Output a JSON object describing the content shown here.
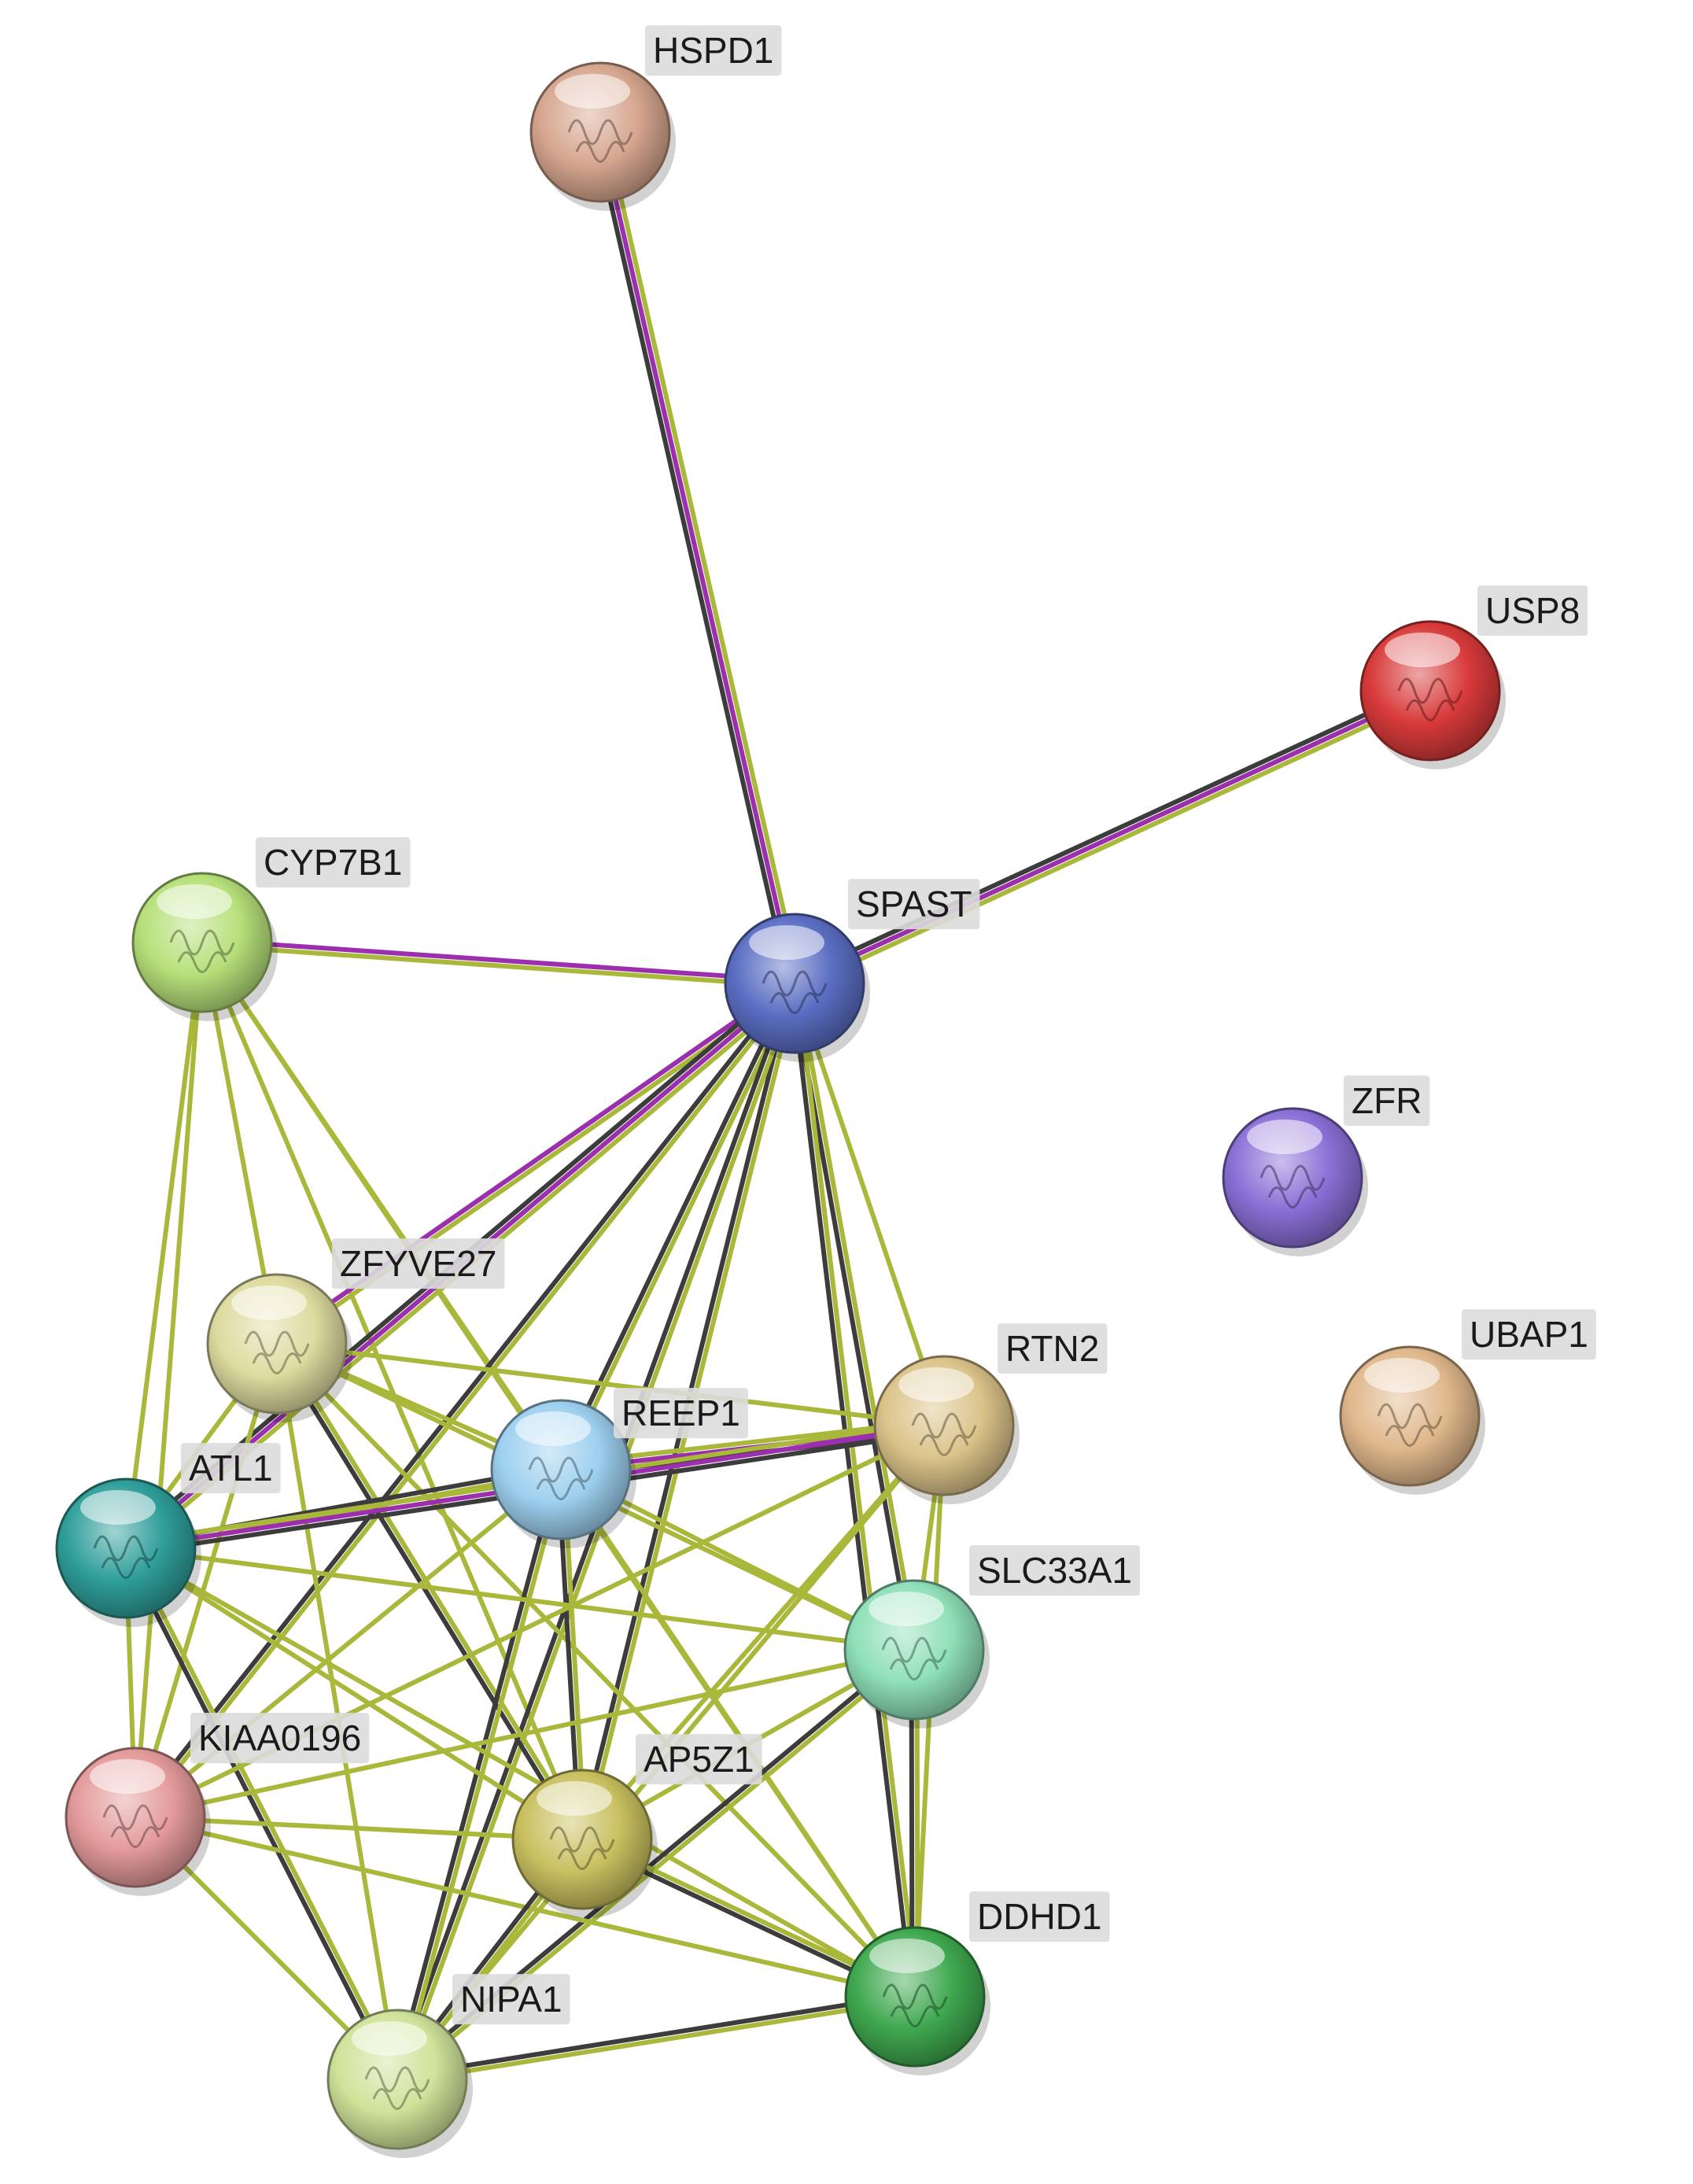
{
  "edge_colors": {
    "green": "#a9b83a",
    "black": "#3c3c3c",
    "purple": "#9b2fae"
  },
  "nodes": [
    {
      "id": "HSPD1",
      "label": "HSPD1",
      "color": "#d6a68f"
    },
    {
      "id": "USP8",
      "label": "USP8",
      "color": "#d83a3a"
    },
    {
      "id": "CYP7B1",
      "label": "CYP7B1",
      "color": "#b6e07a"
    },
    {
      "id": "SPAST",
      "label": "SPAST",
      "color": "#5a6dc2"
    },
    {
      "id": "ZFR",
      "label": "ZFR",
      "color": "#8a6fd6"
    },
    {
      "id": "ZFYVE27",
      "label": "ZFYVE27",
      "color": "#dedba0"
    },
    {
      "id": "RTN2",
      "label": "RTN2",
      "color": "#dbc38a"
    },
    {
      "id": "UBAP1",
      "label": "UBAP1",
      "color": "#e0b88c"
    },
    {
      "id": "REEP1",
      "label": "REEP1",
      "color": "#9dd0ef"
    },
    {
      "id": "ATL1",
      "label": "ATL1",
      "color": "#2f9e9a"
    },
    {
      "id": "SLC33A1",
      "label": "SLC33A1",
      "color": "#8fe0b8"
    },
    {
      "id": "KIAA0196",
      "label": "KIAA0196",
      "color": "#e49a9a"
    },
    {
      "id": "AP5Z1",
      "label": "AP5Z1",
      "color": "#c9c060"
    },
    {
      "id": "DDHD1",
      "label": "DDHD1",
      "color": "#3fa84f"
    },
    {
      "id": "NIPA1",
      "label": "NIPA1",
      "color": "#cfe39a"
    }
  ],
  "edges": [
    {
      "a": "HSPD1",
      "b": "SPAST",
      "types": [
        "green",
        "purple",
        "black"
      ]
    },
    {
      "a": "USP8",
      "b": "SPAST",
      "types": [
        "green",
        "purple",
        "black"
      ]
    },
    {
      "a": "CYP7B1",
      "b": "SPAST",
      "types": [
        "purple",
        "green"
      ]
    },
    {
      "a": "CYP7B1",
      "b": "ZFYVE27",
      "types": [
        "green"
      ]
    },
    {
      "a": "CYP7B1",
      "b": "ATL1",
      "types": [
        "green"
      ]
    },
    {
      "a": "CYP7B1",
      "b": "REEP1",
      "types": [
        "green"
      ]
    },
    {
      "a": "CYP7B1",
      "b": "AP5Z1",
      "types": [
        "green"
      ]
    },
    {
      "a": "CYP7B1",
      "b": "KIAA0196",
      "types": [
        "green"
      ]
    },
    {
      "a": "CYP7B1",
      "b": "DDHD1",
      "types": [
        "green"
      ]
    },
    {
      "a": "SPAST",
      "b": "ZFYVE27",
      "types": [
        "green",
        "purple"
      ]
    },
    {
      "a": "SPAST",
      "b": "ATL1",
      "types": [
        "green",
        "purple",
        "black"
      ]
    },
    {
      "a": "SPAST",
      "b": "REEP1",
      "types": [
        "green",
        "black"
      ]
    },
    {
      "a": "SPAST",
      "b": "RTN2",
      "types": [
        "green"
      ]
    },
    {
      "a": "SPAST",
      "b": "SLC33A1",
      "types": [
        "green",
        "black"
      ]
    },
    {
      "a": "SPAST",
      "b": "DDHD1",
      "types": [
        "green",
        "black"
      ]
    },
    {
      "a": "SPAST",
      "b": "AP5Z1",
      "types": [
        "green",
        "black"
      ]
    },
    {
      "a": "SPAST",
      "b": "NIPA1",
      "types": [
        "green",
        "black"
      ]
    },
    {
      "a": "SPAST",
      "b": "KIAA0196",
      "types": [
        "green",
        "black"
      ]
    },
    {
      "a": "ZFYVE27",
      "b": "ATL1",
      "types": [
        "green"
      ]
    },
    {
      "a": "ZFYVE27",
      "b": "REEP1",
      "types": [
        "green"
      ]
    },
    {
      "a": "ZFYVE27",
      "b": "RTN2",
      "types": [
        "green"
      ]
    },
    {
      "a": "ZFYVE27",
      "b": "SLC33A1",
      "types": [
        "green"
      ]
    },
    {
      "a": "ZFYVE27",
      "b": "AP5Z1",
      "types": [
        "green",
        "black"
      ]
    },
    {
      "a": "ZFYVE27",
      "b": "DDHD1",
      "types": [
        "green"
      ]
    },
    {
      "a": "ZFYVE27",
      "b": "KIAA0196",
      "types": [
        "green"
      ]
    },
    {
      "a": "ZFYVE27",
      "b": "NIPA1",
      "types": [
        "green"
      ]
    },
    {
      "a": "REEP1",
      "b": "ATL1",
      "types": [
        "green",
        "black"
      ]
    },
    {
      "a": "REEP1",
      "b": "RTN2",
      "types": [
        "green",
        "purple",
        "black"
      ]
    },
    {
      "a": "REEP1",
      "b": "SLC33A1",
      "types": [
        "green"
      ]
    },
    {
      "a": "REEP1",
      "b": "AP5Z1",
      "types": [
        "green",
        "black"
      ]
    },
    {
      "a": "REEP1",
      "b": "DDHD1",
      "types": [
        "green"
      ]
    },
    {
      "a": "REEP1",
      "b": "KIAA0196",
      "types": [
        "green"
      ]
    },
    {
      "a": "REEP1",
      "b": "NIPA1",
      "types": [
        "green",
        "black"
      ]
    },
    {
      "a": "ATL1",
      "b": "RTN2",
      "types": [
        "green",
        "purple",
        "black"
      ]
    },
    {
      "a": "ATL1",
      "b": "SLC33A1",
      "types": [
        "green"
      ]
    },
    {
      "a": "ATL1",
      "b": "KIAA0196",
      "types": [
        "green"
      ]
    },
    {
      "a": "ATL1",
      "b": "AP5Z1",
      "types": [
        "green"
      ]
    },
    {
      "a": "ATL1",
      "b": "DDHD1",
      "types": [
        "green"
      ]
    },
    {
      "a": "ATL1",
      "b": "NIPA1",
      "types": [
        "green",
        "black"
      ]
    },
    {
      "a": "RTN2",
      "b": "SLC33A1",
      "types": [
        "green"
      ]
    },
    {
      "a": "RTN2",
      "b": "KIAA0196",
      "types": [
        "green"
      ]
    },
    {
      "a": "RTN2",
      "b": "AP5Z1",
      "types": [
        "green"
      ]
    },
    {
      "a": "RTN2",
      "b": "DDHD1",
      "types": [
        "green"
      ]
    },
    {
      "a": "RTN2",
      "b": "NIPA1",
      "types": [
        "green"
      ]
    },
    {
      "a": "SLC33A1",
      "b": "KIAA0196",
      "types": [
        "green"
      ]
    },
    {
      "a": "SLC33A1",
      "b": "AP5Z1",
      "types": [
        "green"
      ]
    },
    {
      "a": "SLC33A1",
      "b": "DDHD1",
      "types": [
        "green",
        "black"
      ]
    },
    {
      "a": "SLC33A1",
      "b": "NIPA1",
      "types": [
        "green",
        "black"
      ]
    },
    {
      "a": "KIAA0196",
      "b": "AP5Z1",
      "types": [
        "green"
      ]
    },
    {
      "a": "KIAA0196",
      "b": "DDHD1",
      "types": [
        "green"
      ]
    },
    {
      "a": "KIAA0196",
      "b": "NIPA1",
      "types": [
        "green"
      ]
    },
    {
      "a": "AP5Z1",
      "b": "DDHD1",
      "types": [
        "green",
        "black"
      ]
    },
    {
      "a": "AP5Z1",
      "b": "NIPA1",
      "types": [
        "green",
        "black"
      ]
    },
    {
      "a": "DDHD1",
      "b": "NIPA1",
      "types": [
        "green",
        "black"
      ]
    }
  ]
}
